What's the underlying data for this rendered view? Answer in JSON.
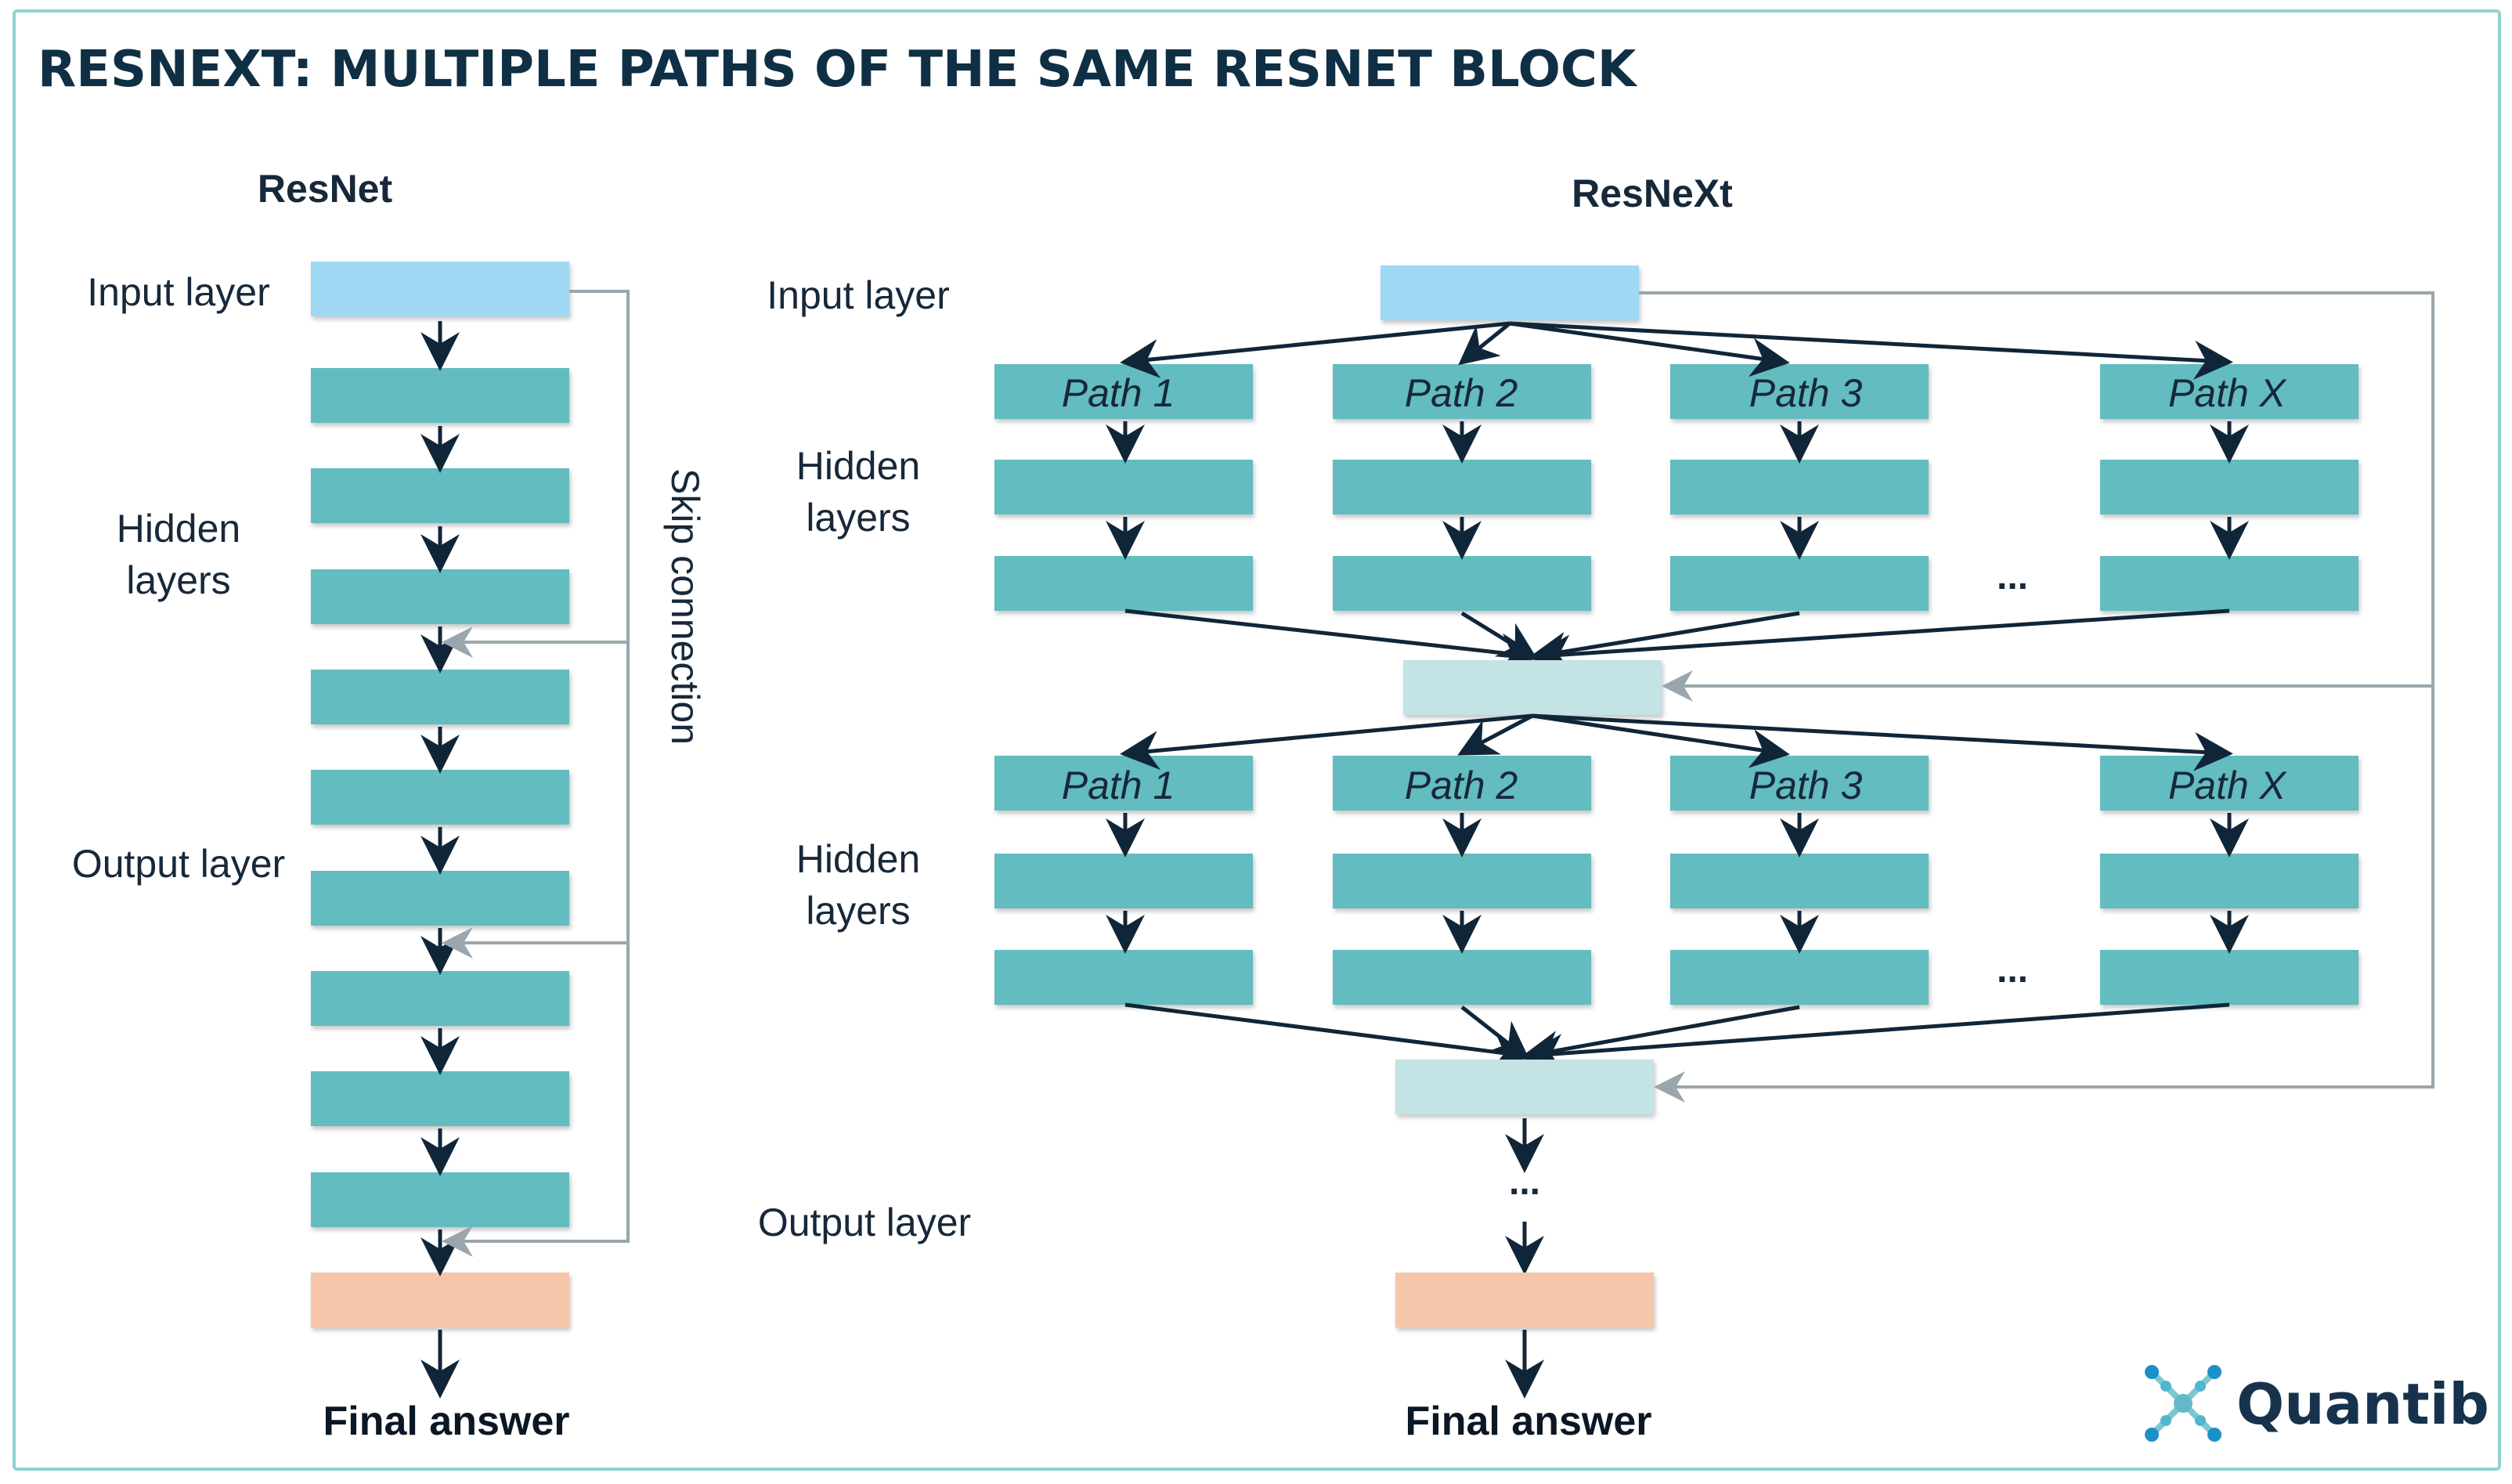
{
  "title": "RESNEXT: MULTIPLE PATHS OF THE SAME RESNET BLOCK",
  "resnet": {
    "heading": "ResNet",
    "input_label": "Input layer",
    "hidden_label_line1": "Hidden",
    "hidden_label_line2": "layers",
    "output_label": "Output layer",
    "skip_label": "Skip connection",
    "final_label": "Final answer"
  },
  "resnext": {
    "heading": "ResNeXt",
    "input_label": "Input layer",
    "hidden_label_line1": "Hidden",
    "hidden_label_line2": "layers",
    "output_label": "Output layer",
    "paths": [
      "Path 1",
      "Path 2",
      "Path 3",
      "Path X"
    ],
    "ellipsis": "...",
    "final_label": "Final answer"
  },
  "brand": {
    "name": "Quantib",
    "logo_icon": "molecule-cross-icon"
  },
  "colors": {
    "hidden_layer": "#64bcbf",
    "input_layer": "#9ed8f2",
    "merge_layer": "#c3e3e5",
    "output_layer": "#f5c6a9",
    "arrow": "#102638",
    "skip_connection": "#9aa6ad",
    "title": "#0f2f45",
    "border": "#8fd3cf"
  }
}
